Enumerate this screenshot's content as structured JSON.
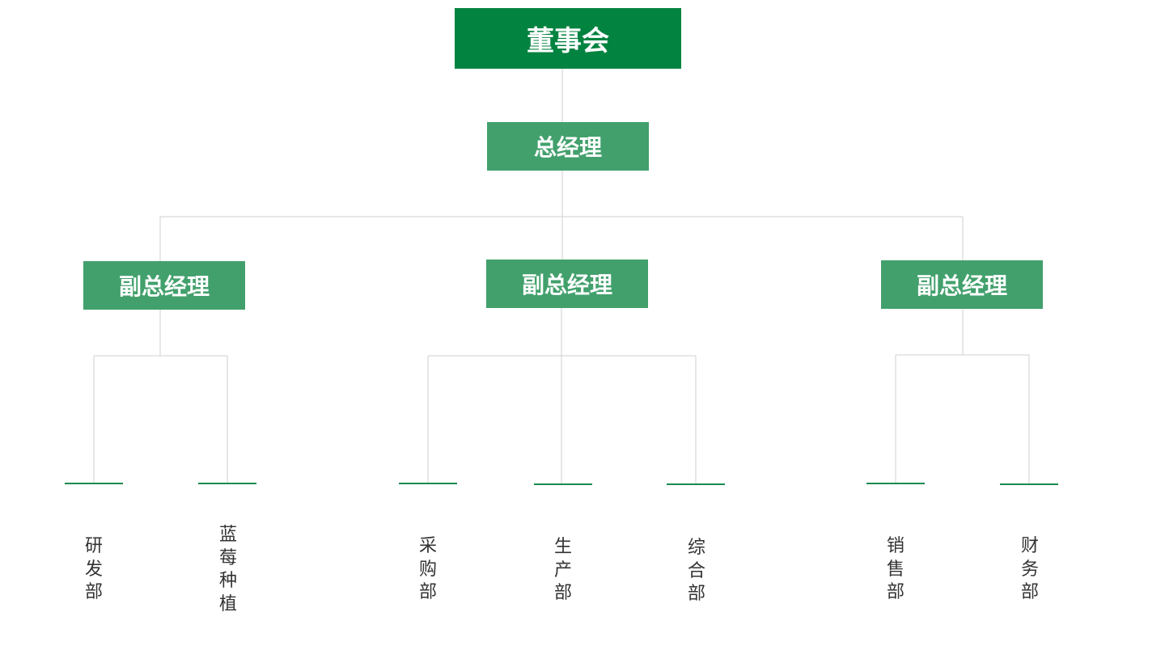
{
  "colors": {
    "board": "#038340",
    "manager": "#42a06c",
    "bar": "#1a8a4f",
    "line": "#cfcfcf",
    "text": "#333333"
  },
  "board": {
    "label": "董事会"
  },
  "general_manager": {
    "label": "总经理"
  },
  "vice_managers": [
    {
      "label": "副总经理"
    },
    {
      "label": "副总经理"
    },
    {
      "label": "副总经理"
    }
  ],
  "departments": [
    {
      "label": "研发部"
    },
    {
      "label": "蓝莓种植"
    },
    {
      "label": "采购部"
    },
    {
      "label": "生产部"
    },
    {
      "label": "综合部"
    },
    {
      "label": "销售部"
    },
    {
      "label": "财务部"
    }
  ]
}
